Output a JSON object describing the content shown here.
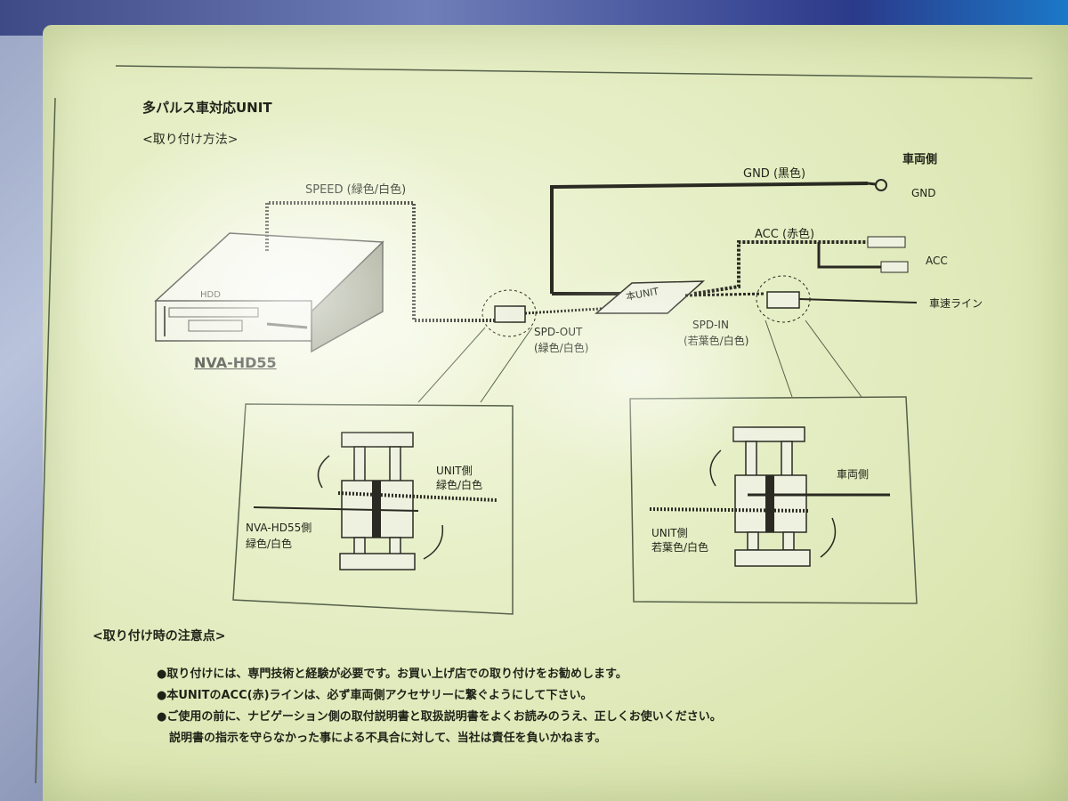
{
  "heading": {
    "title": "多パルス車対応UNIT",
    "method": "<取り付け方法>",
    "notes_title": "<取り付け時の注意点>"
  },
  "device": {
    "model": "NVA-HD55",
    "front_label": "HDD"
  },
  "wires": {
    "speed": "SPEED (緑色/白色)",
    "gnd_wire": "GND (黒色)",
    "acc_wire": "ACC (赤色)",
    "vehicle_side": "車両側",
    "gnd": "GND",
    "acc": "ACC",
    "speed_line": "車速ライン",
    "unit": "本UNIT",
    "spd_out": "SPD-OUT",
    "spd_out_color": "(緑色/白色)",
    "spd_in": "SPD-IN",
    "spd_in_color": "(若葉色/白色)"
  },
  "detail_left": {
    "unit_side": "UNIT側",
    "unit_color": "緑色/白色",
    "device_side": "NVA-HD55側",
    "device_color": "緑色/白色"
  },
  "detail_right": {
    "vehicle_side": "車両側",
    "unit_side": "UNIT側",
    "unit_color": "若葉色/白色"
  },
  "notes": [
    "●取り付けには、専門技術と経験が必要です。お買い上げ店での取り付けをお勧めします。",
    "●本UNITのACC(赤)ラインは、必ず車両側アクセサリーに繋ぐようにして下さい。",
    "●ご使用の前に、ナビゲーション側の取付説明書と取扱説明書をよくお読みのうえ、正しくお使いください。",
    "説明書の指示を守らなかった事による不具合に対して、当社は責任を負いかねます。"
  ]
}
